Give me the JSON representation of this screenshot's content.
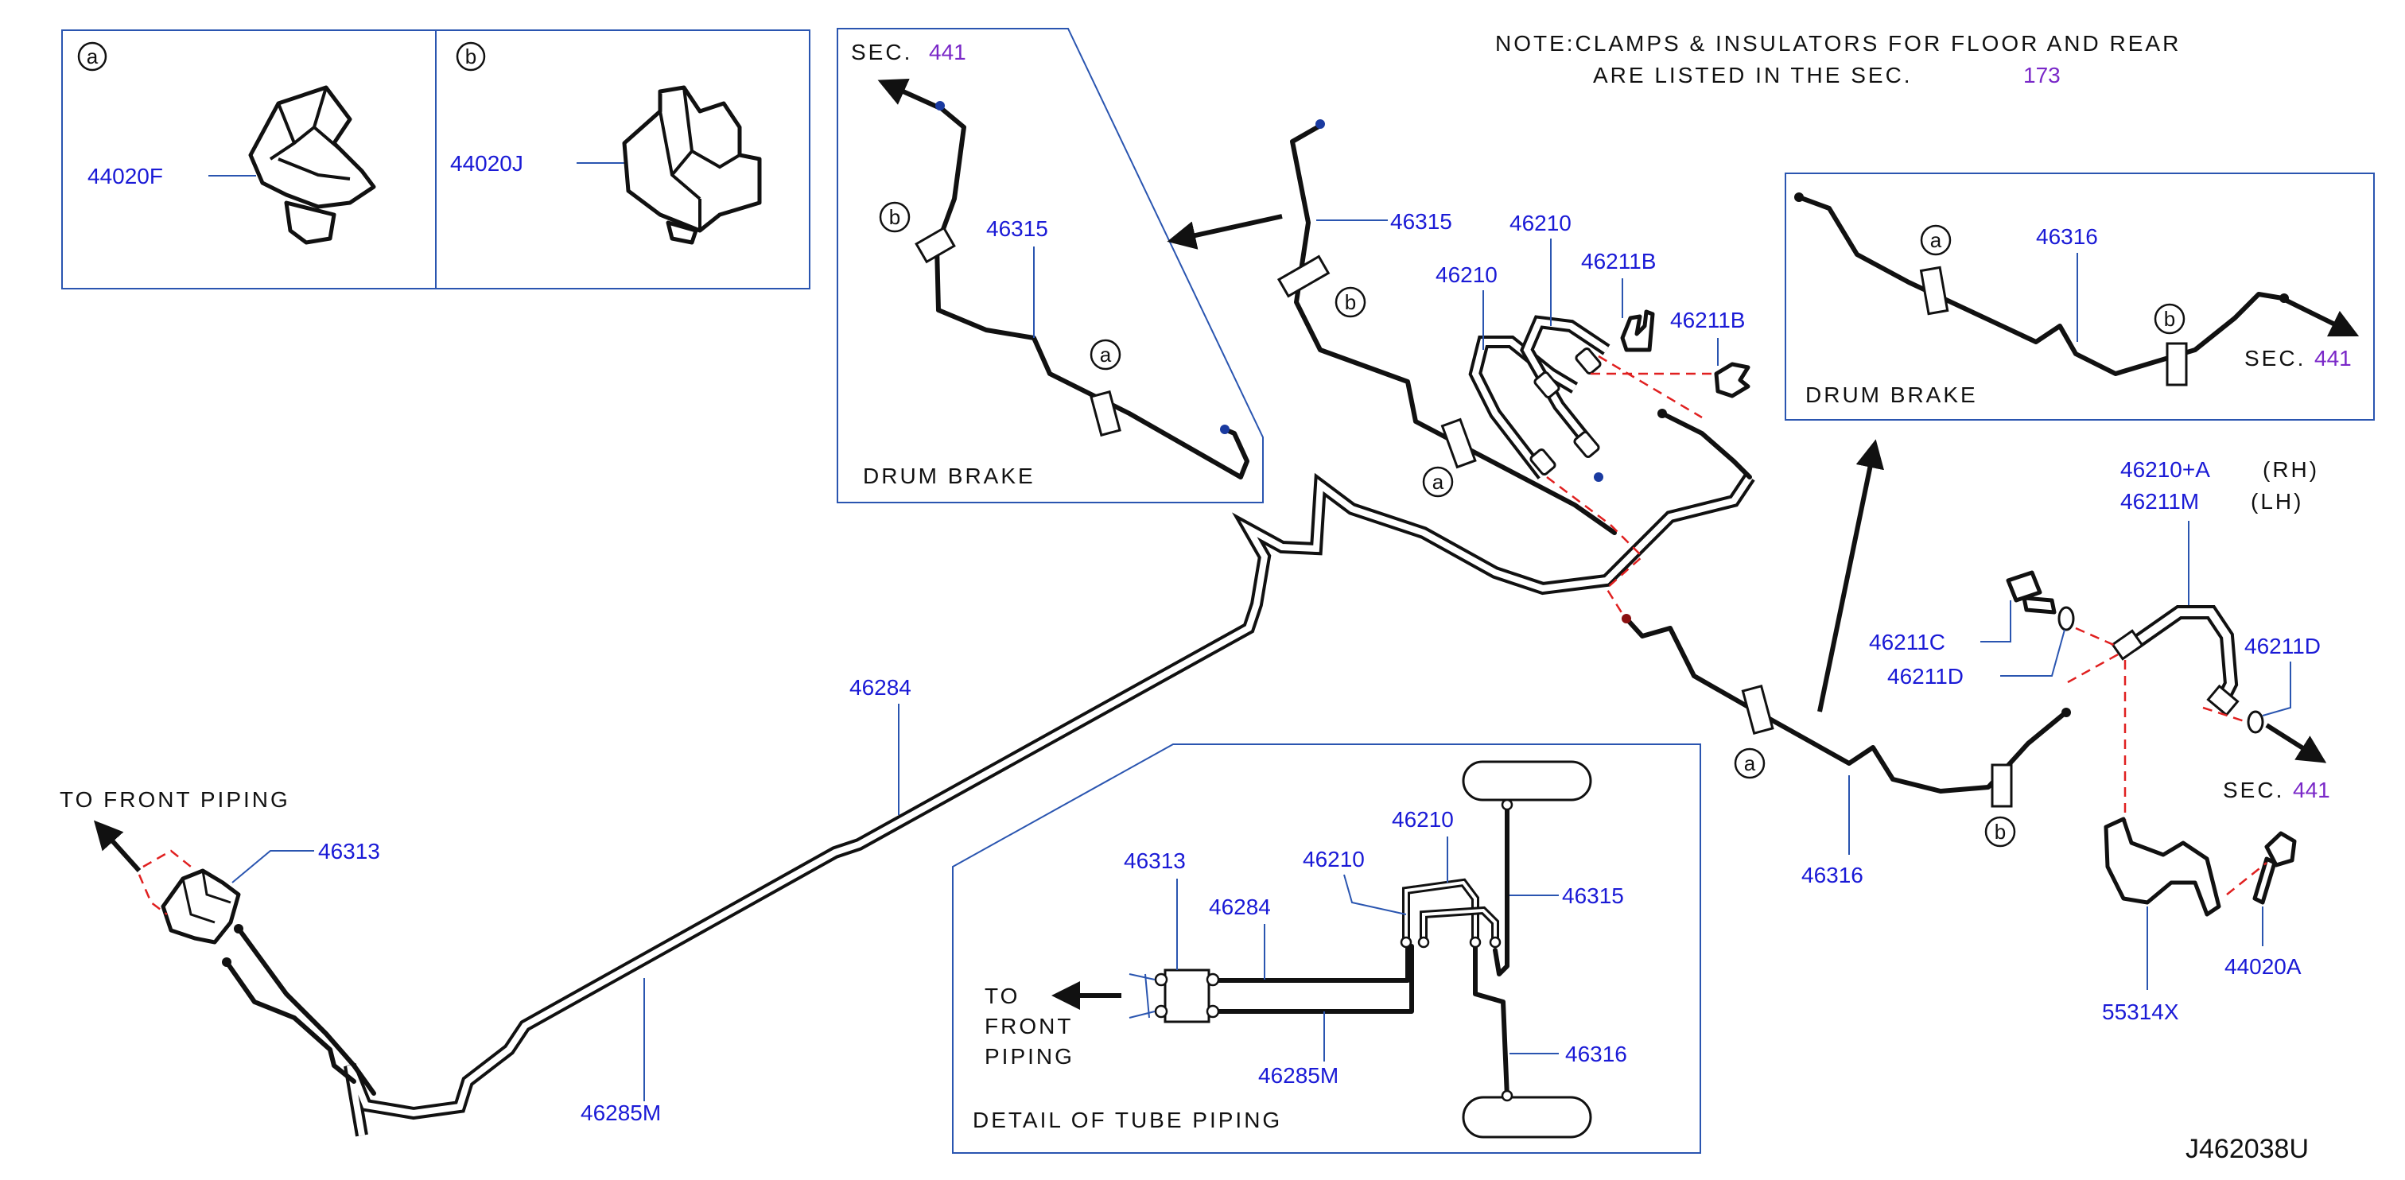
{
  "note": {
    "line1": "NOTE:CLAMPS & INSULATORS FOR FLOOR AND REAR",
    "line2": "ARE LISTED IN THE SEC.",
    "sec": "173"
  },
  "clip_box": {
    "a": {
      "marker": "a",
      "part": "44020F"
    },
    "b": {
      "marker": "b",
      "part": "44020J"
    }
  },
  "left_drum_box": {
    "sec_label": "SEC.",
    "sec_num": "441",
    "marker_b": "b",
    "marker_a": "a",
    "part": "46315",
    "caption": "DRUM BRAKE"
  },
  "right_drum_box": {
    "marker_a": "a",
    "marker_b": "b",
    "part": "46316",
    "sec_label": "SEC.",
    "sec_num": "441",
    "caption": "DRUM BRAKE"
  },
  "center": {
    "p46315": "46315",
    "p46210a": "46210",
    "p46210b": "46210",
    "p46211b1": "46211B",
    "p46211b2": "46211B",
    "marker_b": "b",
    "marker_a": "a"
  },
  "right_assembly": {
    "p46210a": "46210+A",
    "rh": "(RH)",
    "p46211m": "46211M",
    "lh": "(LH)",
    "p46211c": "46211C",
    "p46211d_left": "46211D",
    "p46211d_right": "46211D",
    "sec_label": "SEC.",
    "sec_num": "441",
    "p55314x": "55314X",
    "p44020a": "44020A",
    "p46316": "46316",
    "marker_a": "a",
    "marker_b": "b"
  },
  "left_section": {
    "to_front": "TO FRONT PIPING",
    "p46313": "46313",
    "p46284": "46284",
    "p46285m": "46285M"
  },
  "detail_box": {
    "p46313": "46313",
    "p46284": "46284",
    "p46210a": "46210",
    "p46210b": "46210",
    "p46315": "46315",
    "p46316": "46316",
    "p46285m": "46285M",
    "to": "TO",
    "front": "FRONT",
    "piping": "PIPING",
    "caption": "DETAIL OF TUBE PIPING"
  },
  "diagram_code": "J462038U"
}
